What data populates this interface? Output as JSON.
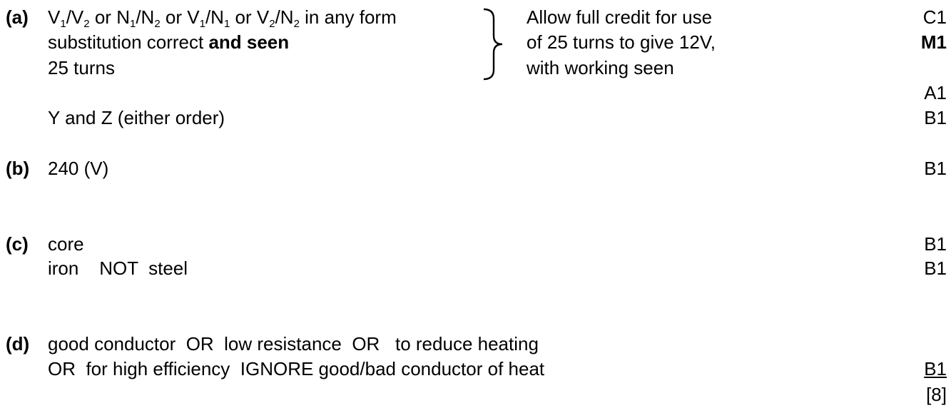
{
  "a": {
    "label": "(a)",
    "line1": {
      "v": "V",
      "s1": "1",
      "slash1": "/",
      "v2": "V",
      "s2": "2",
      "or1": " or ",
      "n": "N",
      "s3": "1",
      "slash2": "/",
      "n2": "N",
      "s4": "2",
      "or2": " or ",
      "v3": "V",
      "s5": "1",
      "slash3": "/",
      "n3": "N",
      "s6": "1",
      "or3": " or ",
      "v4": "V",
      "s7": "2",
      "slash4": "/",
      "n4": "N",
      "s8": "2",
      "tail": " in any form"
    },
    "line2_text": "substitution correct ",
    "line2_bold": "and seen",
    "line3": "25 turns",
    "note": [
      "Allow full credit for use",
      "of 25 turns to give 12V,",
      "with working seen"
    ],
    "marks": [
      "C1",
      "M1",
      "A1",
      "B1"
    ],
    "line4": "Y and Z  (either order)"
  },
  "b": {
    "label": "(b)",
    "text": "240 (V)",
    "mark": "B1"
  },
  "c": {
    "label": "(c)",
    "line1": "core",
    "line2": "iron    NOT  steel",
    "marks": [
      "B1",
      "B1"
    ]
  },
  "d": {
    "label": "(d)",
    "line1": "good conductor  OR  low resistance  OR   to reduce heating",
    "line2": "OR  for high efficiency  IGNORE good/bad conductor of heat",
    "mark": "B1",
    "total": "[8]"
  }
}
